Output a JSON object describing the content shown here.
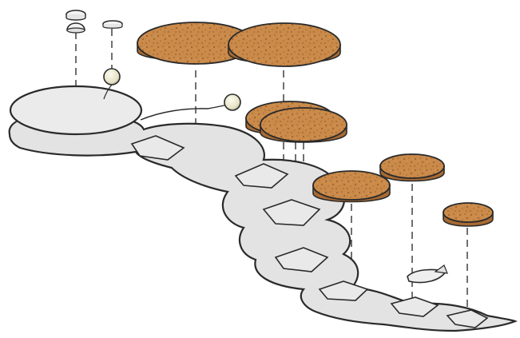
{
  "colors": {
    "background": "#ffffff",
    "base_fill": "#e8e8e8",
    "base_edge": "#d4d4d4",
    "outline": "#2a2a2a",
    "cork_top": "#c98a4a",
    "cork_side": "#a86a33",
    "cork_speckle": "#8a4f20",
    "bead_fill": "#ecebd8",
    "bead_shadow": "#c9c6a8",
    "guide_line": "#333333"
  },
  "components": [
    {
      "name": "small-cap",
      "icon": "white-disc-cap"
    },
    {
      "name": "small-dome",
      "icon": "white-dome"
    },
    {
      "name": "small-washer",
      "icon": "white-washer"
    },
    {
      "name": "beads",
      "icon": "cream-bead",
      "count": 2
    },
    {
      "name": "cork-pads",
      "icon": "cork-disc",
      "count": 7
    },
    {
      "name": "base-plates",
      "icon": "scalloped-plate",
      "count": 2
    },
    {
      "name": "leaf-clip",
      "icon": "small-leaf"
    }
  ]
}
